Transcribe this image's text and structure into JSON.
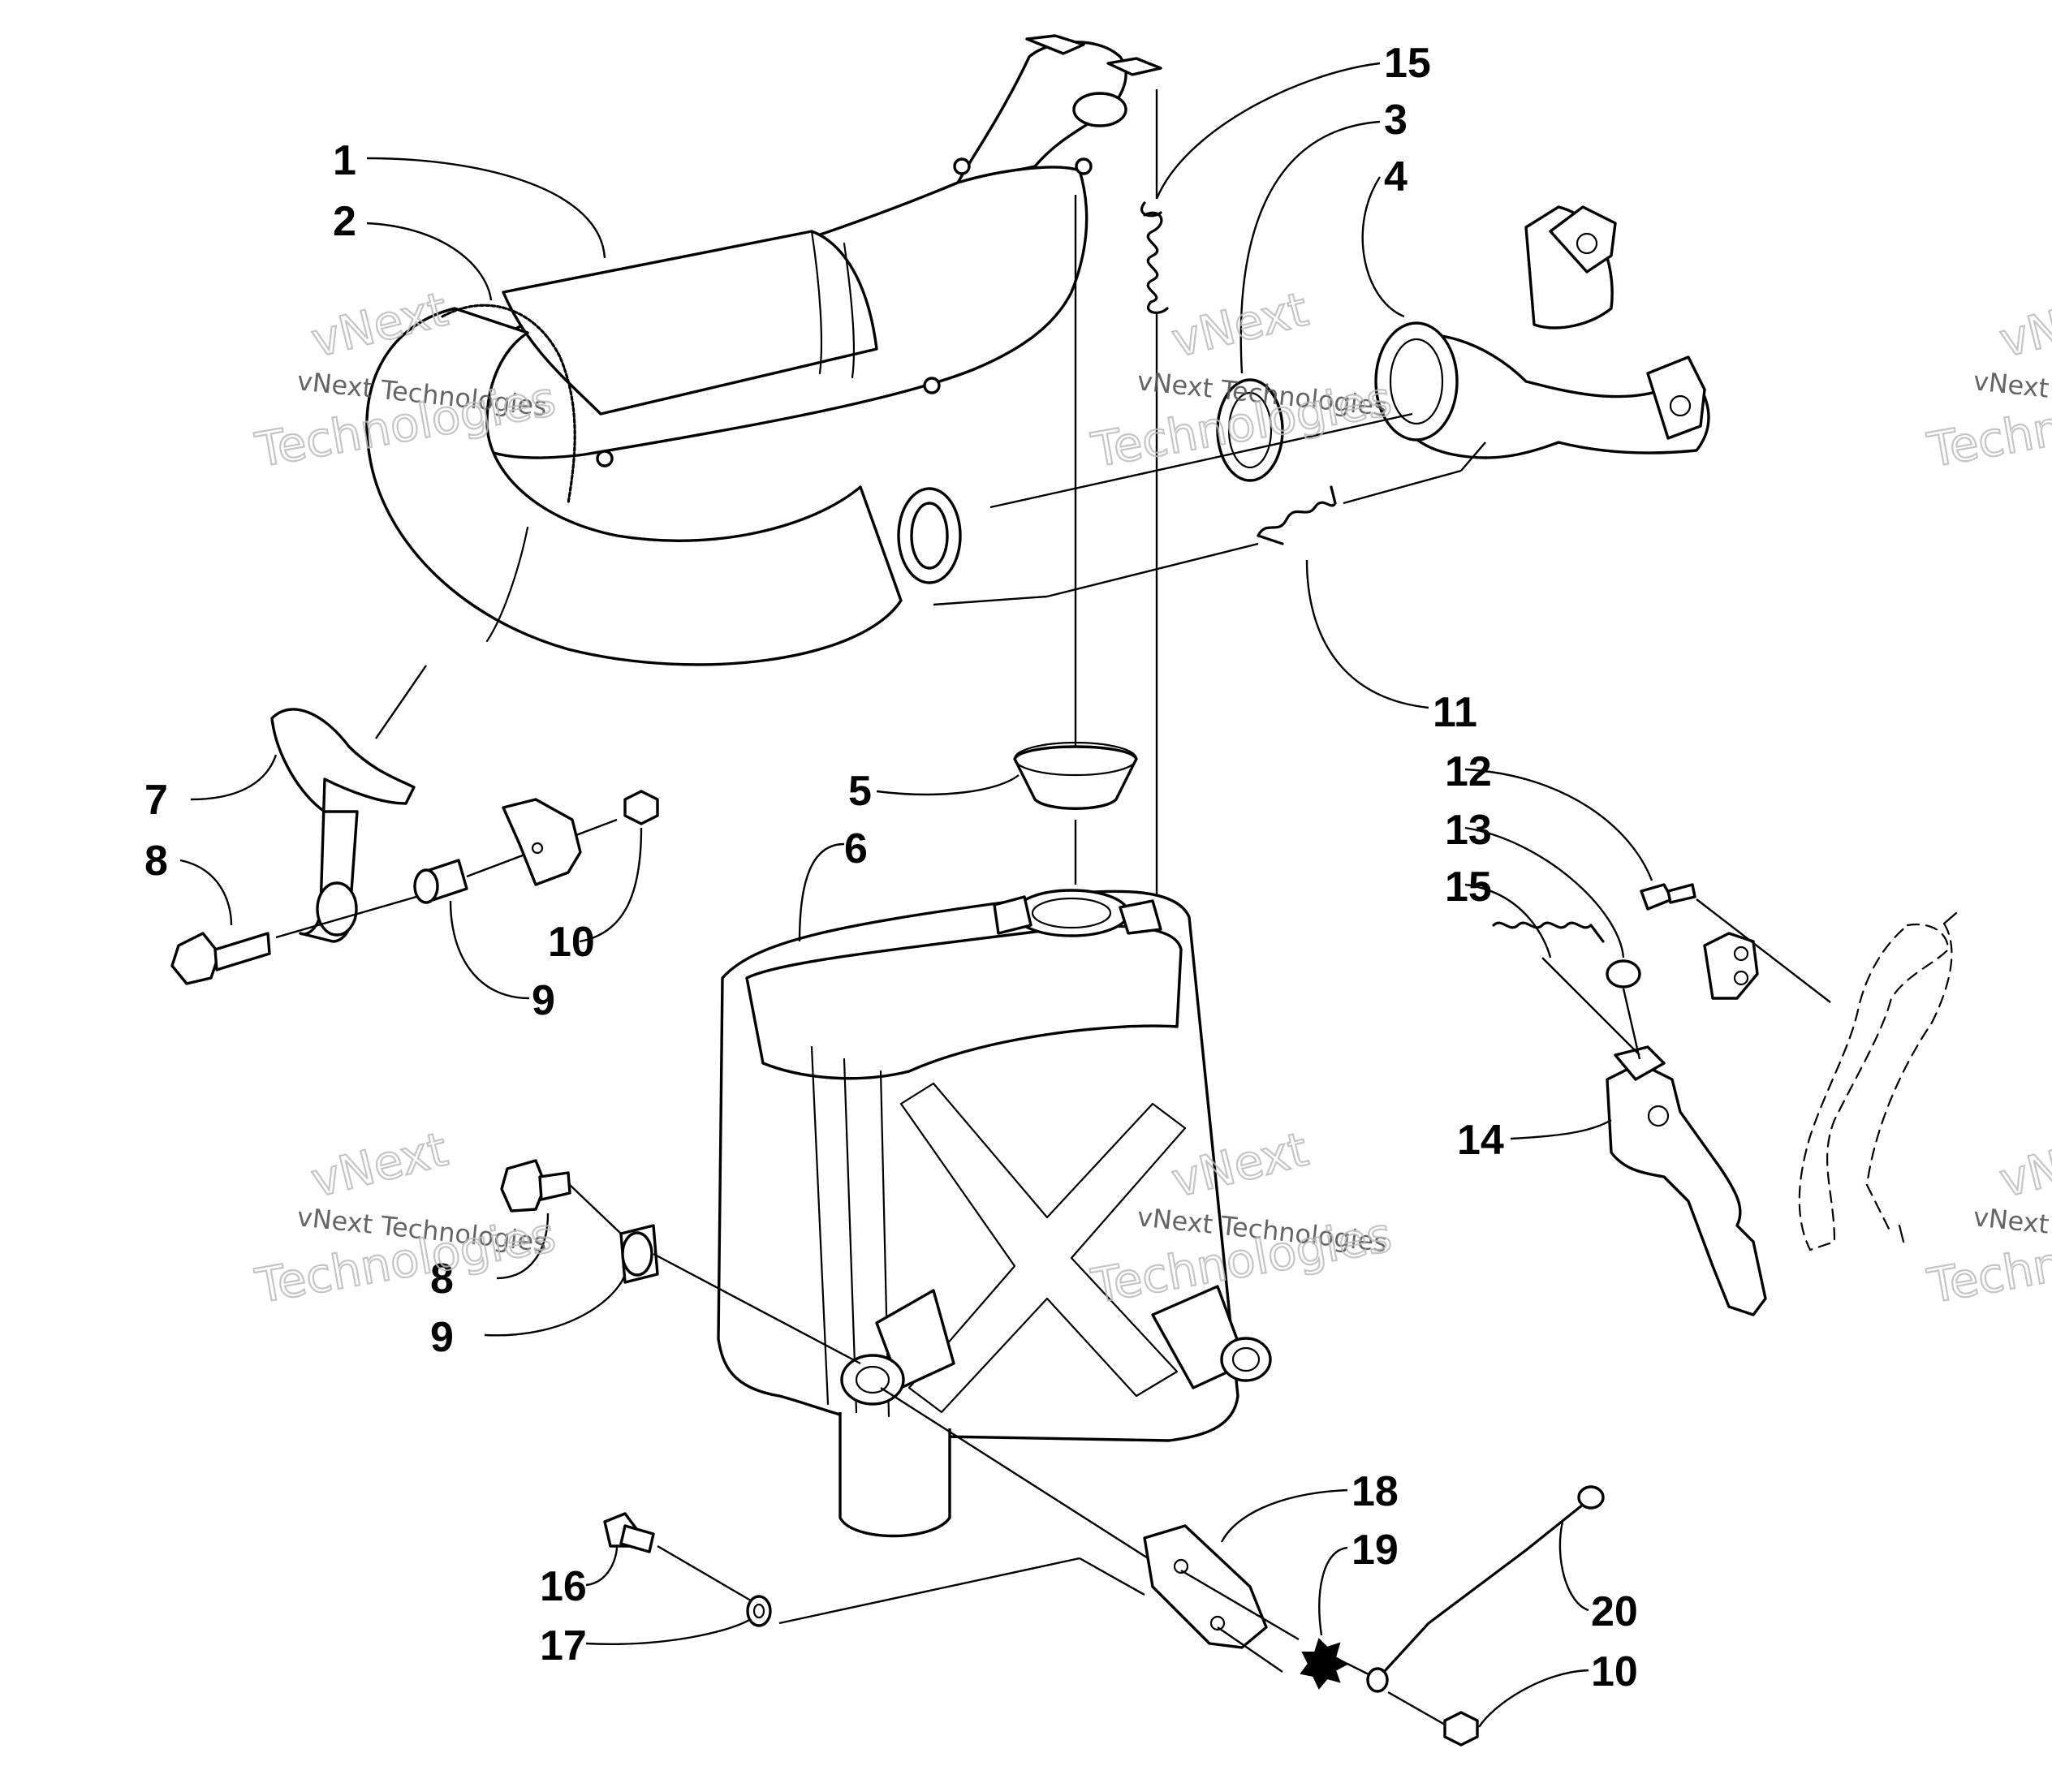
{
  "diagram": {
    "callouts": [
      {
        "id": "c1",
        "label": "1"
      },
      {
        "id": "c2",
        "label": "2"
      },
      {
        "id": "c15a",
        "label": "15"
      },
      {
        "id": "c3",
        "label": "3"
      },
      {
        "id": "c4",
        "label": "4"
      },
      {
        "id": "c11",
        "label": "11"
      },
      {
        "id": "c5",
        "label": "5"
      },
      {
        "id": "c6",
        "label": "6"
      },
      {
        "id": "c7",
        "label": "7"
      },
      {
        "id": "c8a",
        "label": "8"
      },
      {
        "id": "c9a",
        "label": "9"
      },
      {
        "id": "c10a",
        "label": "10"
      },
      {
        "id": "c12",
        "label": "12"
      },
      {
        "id": "c13",
        "label": "13"
      },
      {
        "id": "c15b",
        "label": "15"
      },
      {
        "id": "c14",
        "label": "14"
      },
      {
        "id": "c8b",
        "label": "8"
      },
      {
        "id": "c9b",
        "label": "9"
      },
      {
        "id": "c18",
        "label": "18"
      },
      {
        "id": "c19",
        "label": "19"
      },
      {
        "id": "c16",
        "label": "16"
      },
      {
        "id": "c17",
        "label": "17"
      },
      {
        "id": "c20",
        "label": "20"
      },
      {
        "id": "c10b",
        "label": "10"
      }
    ]
  },
  "watermark": {
    "company_line": "vNext Technologies",
    "brand_line": "vNext",
    "tech_line": "Technologies"
  }
}
